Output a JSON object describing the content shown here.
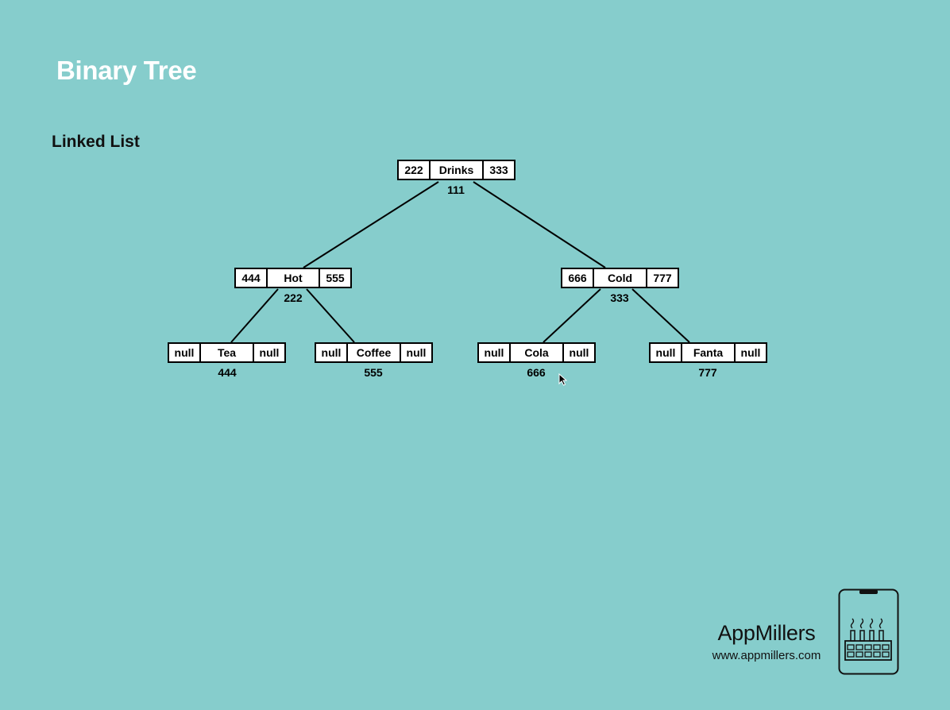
{
  "slide": {
    "title": "Binary Tree",
    "section_label": "Linked List"
  },
  "tree": {
    "nodes": [
      {
        "id": "drinks",
        "left": "222",
        "value": "Drinks",
        "right": "333",
        "address": "111"
      },
      {
        "id": "hot",
        "left": "444",
        "value": "Hot",
        "right": "555",
        "address": "222"
      },
      {
        "id": "cold",
        "left": "666",
        "value": "Cold",
        "right": "777",
        "address": "333"
      },
      {
        "id": "tea",
        "left": "null",
        "value": "Tea",
        "right": "null",
        "address": "444"
      },
      {
        "id": "coffee",
        "left": "null",
        "value": "Coffee",
        "right": "null",
        "address": "555"
      },
      {
        "id": "cola",
        "left": "null",
        "value": "Cola",
        "right": "null",
        "address": "666"
      },
      {
        "id": "fanta",
        "left": "null",
        "value": "Fanta",
        "right": "null",
        "address": "777"
      }
    ],
    "edges": [
      {
        "from": "drinks",
        "to": "hot"
      },
      {
        "from": "drinks",
        "to": "cold"
      },
      {
        "from": "hot",
        "to": "tea"
      },
      {
        "from": "hot",
        "to": "coffee"
      },
      {
        "from": "cold",
        "to": "cola"
      },
      {
        "from": "cold",
        "to": "fanta"
      }
    ]
  },
  "branding": {
    "name": "AppMillers",
    "url": "www.appmillers.com",
    "logo_icon": "phone-factory-icon"
  },
  "colors": {
    "background": "#86cdcc",
    "title": "#ffffff",
    "node_border": "#000000",
    "node_fill": "#ffffff"
  }
}
